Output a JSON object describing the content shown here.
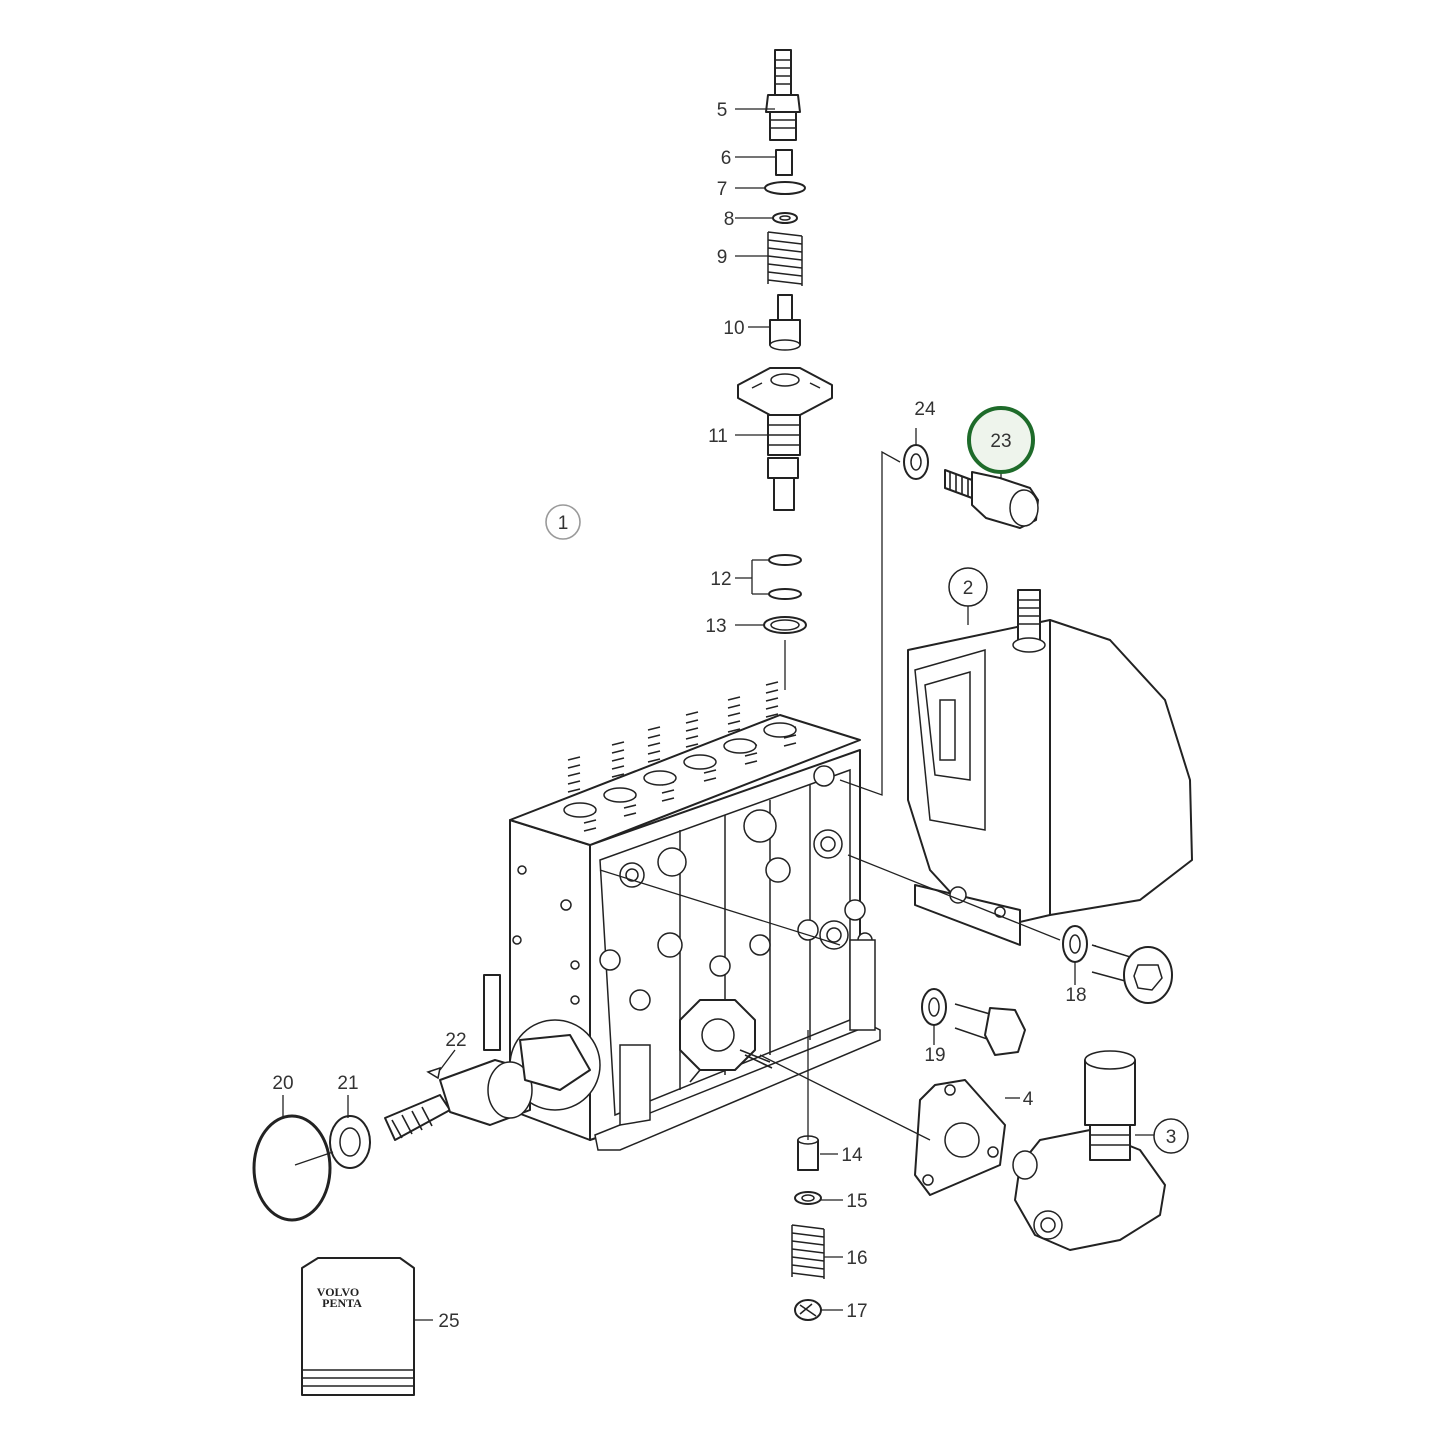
{
  "callouts": {
    "c1": "1",
    "c2": "2",
    "c3": "3",
    "c4": "4",
    "c5": "5",
    "c6": "6",
    "c7": "7",
    "c8": "8",
    "c9": "9",
    "c10": "10",
    "c11": "11",
    "c12": "12",
    "c13": "13",
    "c14": "14",
    "c15": "15",
    "c16": "16",
    "c17": "17",
    "c18": "18",
    "c19": "19",
    "c20": "20",
    "c21": "21",
    "c22": "22",
    "c23": "23",
    "c24": "24",
    "c25": "25"
  },
  "highlight": {
    "callout": "23",
    "color": "#1e6b2a"
  },
  "logo": {
    "line1": "VOLVO",
    "line2": "PENTA"
  }
}
